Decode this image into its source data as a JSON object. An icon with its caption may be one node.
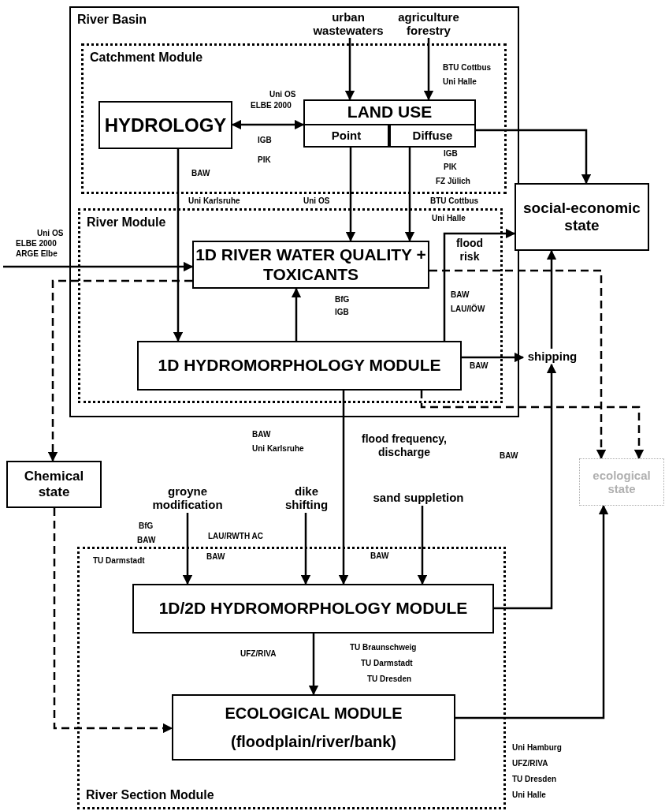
{
  "diagram": {
    "nodes": [
      {
        "text": [
          "River Basin"
        ]
      },
      {
        "text": [
          "urban wastewaters"
        ],
        "in": 0
      },
      {
        "text": [
          "agriculture forestry"
        ],
        "in": 0
      },
      {
        "text": [
          "Catchment Module"
        ],
        "in": 0
      },
      {
        "text": [
          "HYDROLOGY"
        ],
        "in": 3
      },
      {
        "text": [
          "LAND USE"
        ],
        "in": 3
      },
      {
        "text": [
          "Point"
        ],
        "in": 5
      },
      {
        "text": [
          "Diffuse"
        ],
        "in": 5
      },
      {
        "text": [
          "social-economic state"
        ]
      },
      {
        "text": [
          "River Module"
        ],
        "in": 0
      },
      {
        "text": [
          "1D RIVER WATER QUALITY + TOXICANTS"
        ],
        "in": 9
      },
      {
        "text": [
          "1D HYDROMORPHOLOGY MODULE"
        ],
        "in": 9
      },
      {
        "text": [
          "shipping"
        ]
      },
      {
        "text": [
          "Chemical state"
        ]
      },
      {
        "text": [
          "ecological state"
        ]
      },
      {
        "text": [
          "groyne modification"
        ]
      },
      {
        "text": [
          "dike shifting"
        ]
      },
      {
        "text": [
          "sand suppletion"
        ]
      },
      {
        "text": [
          "River Section Module"
        ]
      },
      {
        "text": [
          "1D/2D HYDROMORPHOLOGY MODULE"
        ],
        "in": 18
      },
      {
        "text": [
          "ECOLOGICAL MODULE",
          "(floodplain/river/bank)"
        ],
        "in": 18
      }
    ],
    "edges": [
      {
        "from": 1,
        "to": 5,
        "arrow": "to"
      },
      {
        "from": 2,
        "to": 5,
        "arrow": "to"
      },
      {
        "from": 4,
        "to": 5,
        "arrow": "both"
      },
      {
        "from": 7,
        "to": 8,
        "arrow": "to"
      },
      {
        "from": 6,
        "to": 10,
        "arrow": "to"
      },
      {
        "from": 7,
        "to": 10,
        "arrow": "to"
      },
      {
        "from": 4,
        "to": 11,
        "arrow": "to"
      },
      {
        "from": null,
        "to": 10,
        "arrow": "to"
      },
      {
        "from": 11,
        "to": 10,
        "arrow": "to"
      },
      {
        "from": 11,
        "to": 8,
        "label": "flood risk",
        "arrow": "to"
      },
      {
        "from": 11,
        "to": 12,
        "arrow": "to"
      },
      {
        "from": 10,
        "to": 13,
        "arrow": "to",
        "style": "dashed"
      },
      {
        "from": 10,
        "to": 14,
        "arrow": "to",
        "style": "dashed"
      },
      {
        "from": 11,
        "to": 14,
        "arrow": "to",
        "style": "dashed"
      },
      {
        "from": 12,
        "to": 8,
        "arrow": "to"
      },
      {
        "from": 11,
        "to": 19,
        "label": "flood frequency, discharge",
        "arrow": "to"
      },
      {
        "from": 15,
        "to": 19,
        "arrow": "to"
      },
      {
        "from": 16,
        "to": 19,
        "arrow": "to"
      },
      {
        "from": 17,
        "to": 19,
        "arrow": "to"
      },
      {
        "from": 19,
        "to": 12,
        "arrow": "to"
      },
      {
        "from": 19,
        "to": 20,
        "arrow": "to"
      },
      {
        "from": 20,
        "to": 14,
        "arrow": "to"
      },
      {
        "from": 13,
        "to": 20,
        "arrow": "to",
        "style": "dashed"
      }
    ],
    "labels": [
      "BTU Cottbus",
      "Uni Halle",
      "Uni OS",
      "ELBE 2000",
      "IGB",
      "PIK",
      "BAW",
      "IGB",
      "PIK",
      "FZ Jülich",
      "Uni Karlsruhe",
      "Uni OS",
      "BTU Cottbus",
      "Uni Halle",
      "Uni OS",
      "ELBE 2000",
      "ARGE Elbe",
      "BAW",
      "LAU/IÖW",
      "BfG",
      "IGB",
      "BAW",
      "BAW",
      "Uni Karlsruhe",
      "BAW",
      "BfG",
      "BAW",
      "LAU/RWTH AC",
      "TU Darmstadt",
      "BAW",
      "BAW",
      "UFZ/RIVA",
      "TU Braunschweig",
      "TU Darmstadt",
      "TU Dresden",
      "Uni Hamburg",
      "UFZ/RIVA",
      "TU Dresden",
      "Uni Halle"
    ]
  }
}
